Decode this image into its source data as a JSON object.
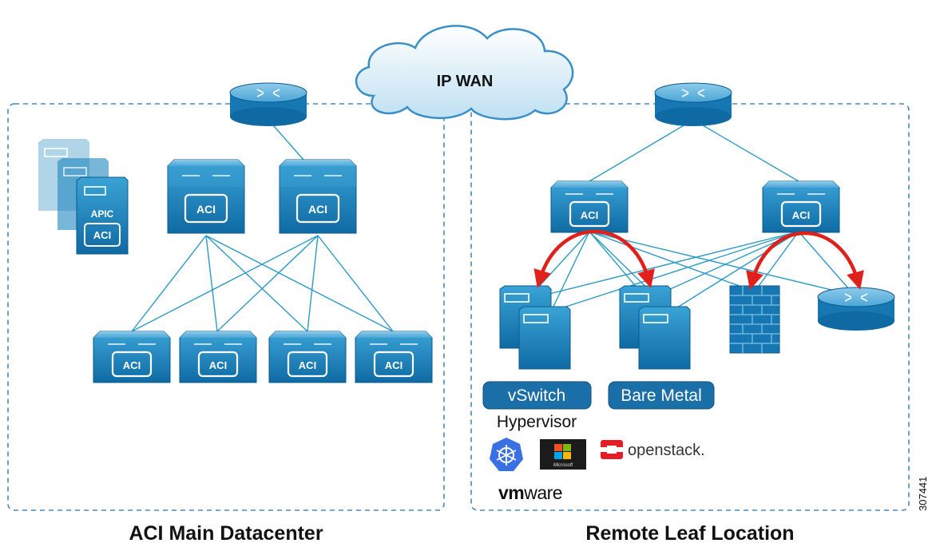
{
  "wan": {
    "label": "IP WAN"
  },
  "main_site": {
    "caption": "ACI Main Datacenter",
    "apic_label": "APIC",
    "node_label": "ACI"
  },
  "remote_site": {
    "caption": "Remote Leaf Location",
    "node_label": "ACI"
  },
  "hosts": {
    "vswitch_label": "vSwitch",
    "bare_metal_label": "Bare Metal",
    "hypervisor_label": "Hypervisor"
  },
  "logos": {
    "openstack": "openstack.",
    "vmware_bold": "vm",
    "vmware_light": "ware",
    "microsoft": "Microsoft"
  },
  "figure_id": "307441",
  "colors": {
    "device": "#1f87bf",
    "link": "#2b9bc7",
    "arrow": "#e0201b",
    "border": "#4a88b8"
  }
}
